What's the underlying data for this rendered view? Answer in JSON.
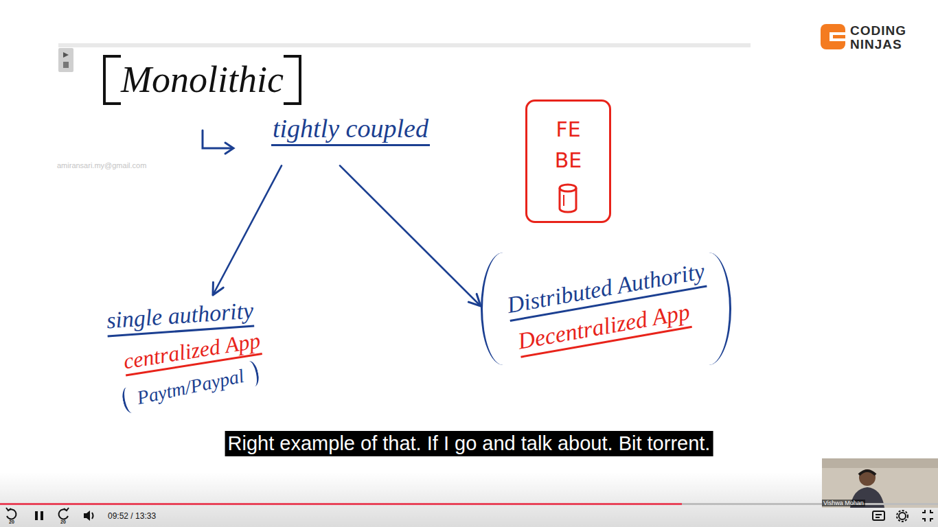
{
  "diagram": {
    "nodes": [
      {
        "text": [
          "Monolithic",
          "tightly coupled"
        ]
      },
      {
        "text": [
          "FE",
          "BE"
        ]
      },
      {
        "text": [
          "single authority",
          "centralized App",
          "Paytm/Paypal"
        ]
      },
      {
        "text": [
          "Distributed Authority",
          "Decentralized App"
        ]
      }
    ],
    "edges": [
      {
        "from": 0,
        "to": 2,
        "arrow": "to"
      },
      {
        "from": 0,
        "to": 3,
        "arrow": "to"
      }
    ],
    "labels": [
      "Right example of that. If I go and talk about. Bit torrent.",
      "CODING",
      "NINJAS",
      "amiransari.my@gmail.com",
      "09:52 / 13:33",
      "20",
      "20",
      "Vishwa Mohan"
    ]
  }
}
